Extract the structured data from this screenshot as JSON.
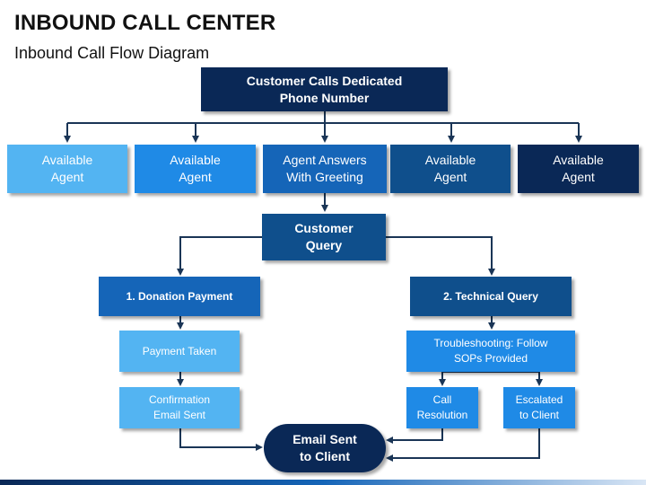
{
  "header": {
    "title": "INBOUND CALL CENTER",
    "subtitle": "Inbound Call Flow Diagram"
  },
  "colors": {
    "navy": "#0a2856",
    "dark_blue": "#0f4f8c",
    "blue": "#1565b8",
    "mid_blue": "#1f8ae6",
    "light_blue": "#3aa6f0",
    "pale_blue": "#53b4f2",
    "connector": "#1a3556"
  },
  "nodes": {
    "customer_calls": "Customer Calls Dedicated\nPhone Number",
    "agents": [
      "Available\nAgent",
      "Available\nAgent",
      "Agent Answers\nWith Greeting",
      "Available\nAgent",
      "Available\nAgent"
    ],
    "customer_query": "Customer\nQuery",
    "donation_payment": "1. Donation Payment",
    "technical_query": "2. Technical Query",
    "payment_taken": "Payment Taken",
    "confirmation_email": "Confirmation\nEmail Sent",
    "troubleshooting": "Troubleshooting: Follow\nSOPs Provided",
    "call_resolution": "Call\nResolution",
    "escalated": "Escalated\nto Client",
    "email_sent": "Email Sent\nto Client"
  }
}
